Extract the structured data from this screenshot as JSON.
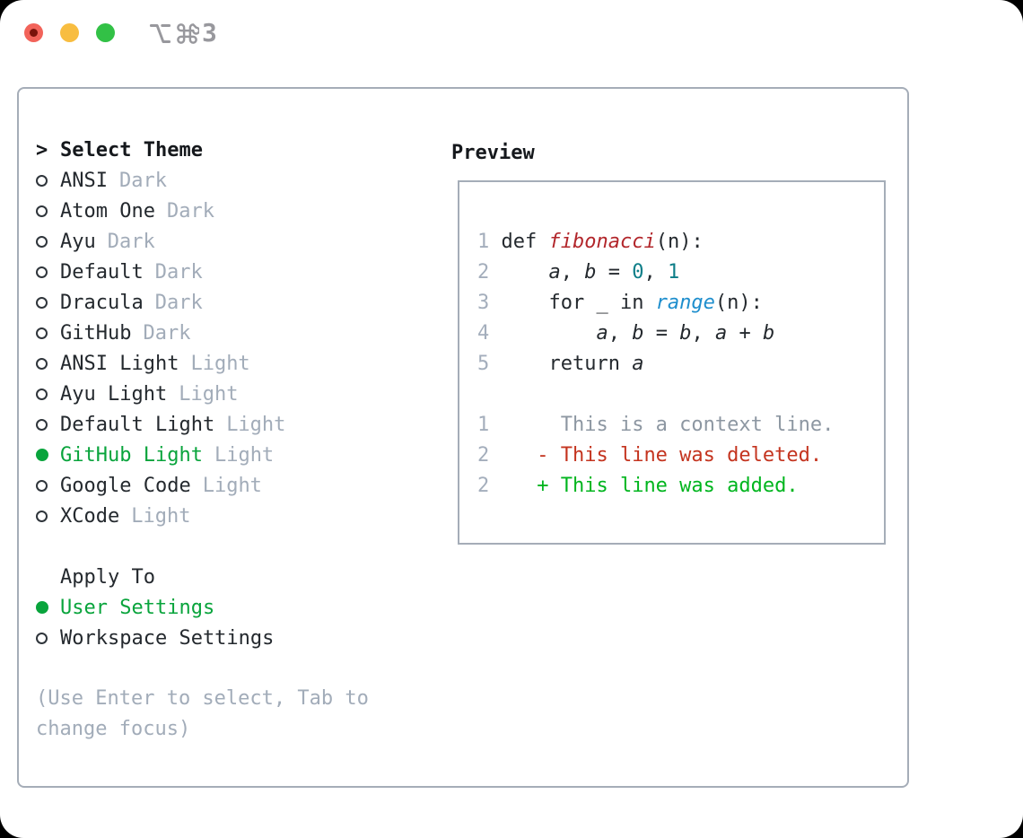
{
  "window": {
    "shortcut_label": "⌥⌘3",
    "shortcut_number": "3"
  },
  "colors": {
    "selection_green": "#09a43c",
    "added_green": "#00b51e",
    "deleted_red": "#c4341f",
    "function_red": "#b2262b",
    "number_teal": "#0d7e88",
    "builtin_blue": "#1e8ecd",
    "text_dark": "#24292e",
    "muted_gray": "#a2acb9",
    "border_gray": "#a5adb8"
  },
  "theme_selector": {
    "prompt_marker": ">",
    "title": "Select Theme",
    "items": [
      {
        "name": "ANSI",
        "variant": "Dark",
        "selected": false
      },
      {
        "name": "Atom One",
        "variant": "Dark",
        "selected": false
      },
      {
        "name": "Ayu",
        "variant": "Dark",
        "selected": false
      },
      {
        "name": "Default",
        "variant": "Dark",
        "selected": false
      },
      {
        "name": "Dracula",
        "variant": "Dark",
        "selected": false
      },
      {
        "name": "GitHub",
        "variant": "Dark",
        "selected": false
      },
      {
        "name": "ANSI Light",
        "variant": "Light",
        "selected": false
      },
      {
        "name": "Ayu Light",
        "variant": "Light",
        "selected": false
      },
      {
        "name": "Default Light",
        "variant": "Light",
        "selected": false
      },
      {
        "name": "GitHub Light",
        "variant": "Light",
        "selected": true
      },
      {
        "name": "Google Code",
        "variant": "Light",
        "selected": false
      },
      {
        "name": "XCode",
        "variant": "Light",
        "selected": false
      }
    ]
  },
  "apply_to": {
    "title": "Apply To",
    "options": [
      {
        "name": "User Settings",
        "selected": true
      },
      {
        "name": "Workspace Settings",
        "selected": false
      }
    ]
  },
  "hint": {
    "line1": "(Use Enter to select, Tab to",
    "line2": "change focus)"
  },
  "preview": {
    "title": "Preview",
    "lines": [
      {
        "num": "1",
        "segments": [
          {
            "text": " def ",
            "style": "plain"
          },
          {
            "text": "fibonacci",
            "style": "fn"
          },
          {
            "text": "(n):",
            "style": "plain"
          }
        ]
      },
      {
        "num": "2",
        "segments": [
          {
            "text": "     ",
            "style": "plain"
          },
          {
            "text": "a",
            "style": "var"
          },
          {
            "text": ", ",
            "style": "plain"
          },
          {
            "text": "b",
            "style": "var"
          },
          {
            "text": " = ",
            "style": "plain"
          },
          {
            "text": "0",
            "style": "num"
          },
          {
            "text": ", ",
            "style": "plain"
          },
          {
            "text": "1",
            "style": "num"
          }
        ]
      },
      {
        "num": "3",
        "segments": [
          {
            "text": "     for _ in ",
            "style": "plain"
          },
          {
            "text": "range",
            "style": "builtin"
          },
          {
            "text": "(n):",
            "style": "plain"
          }
        ]
      },
      {
        "num": "4",
        "segments": [
          {
            "text": "         ",
            "style": "plain"
          },
          {
            "text": "a",
            "style": "var"
          },
          {
            "text": ", ",
            "style": "plain"
          },
          {
            "text": "b",
            "style": "var"
          },
          {
            "text": " = ",
            "style": "plain"
          },
          {
            "text": "b",
            "style": "var"
          },
          {
            "text": ", ",
            "style": "plain"
          },
          {
            "text": "a",
            "style": "var"
          },
          {
            "text": " + ",
            "style": "plain"
          },
          {
            "text": "b",
            "style": "var"
          }
        ]
      },
      {
        "num": "5",
        "segments": [
          {
            "text": "     return ",
            "style": "plain"
          },
          {
            "text": "a",
            "style": "var"
          }
        ]
      },
      {
        "num": "",
        "segments": []
      },
      {
        "num": "1",
        "segments": [
          {
            "text": "      This is a context line.",
            "style": "context"
          }
        ]
      },
      {
        "num": "2",
        "segments": [
          {
            "text": "    ",
            "style": "plain"
          },
          {
            "text": "- This line was deleted.",
            "style": "deleted"
          }
        ]
      },
      {
        "num": "2",
        "segments": [
          {
            "text": "    ",
            "style": "plain"
          },
          {
            "text": "+ This line was added.",
            "style": "added"
          }
        ]
      }
    ]
  }
}
